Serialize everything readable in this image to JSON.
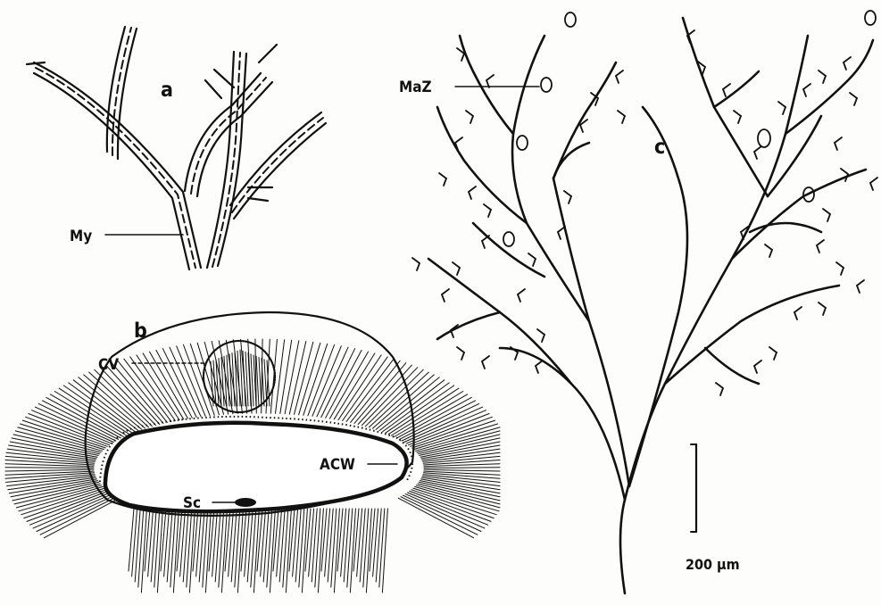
{
  "figure": {
    "panels": {
      "a": {
        "label": "a",
        "annotations": {
          "my": "My"
        }
      },
      "b": {
        "label": "b",
        "annotations": {
          "cv": "CV",
          "acw": "ACW",
          "sc": "Sc"
        }
      },
      "c": {
        "label": "c",
        "annotations": {
          "maz": "MaZ"
        },
        "scale_bar": {
          "text": "200 µm",
          "length_um": 200
        }
      }
    },
    "colors": {
      "ink": "#111111",
      "paper": "#fdfdfb"
    }
  }
}
